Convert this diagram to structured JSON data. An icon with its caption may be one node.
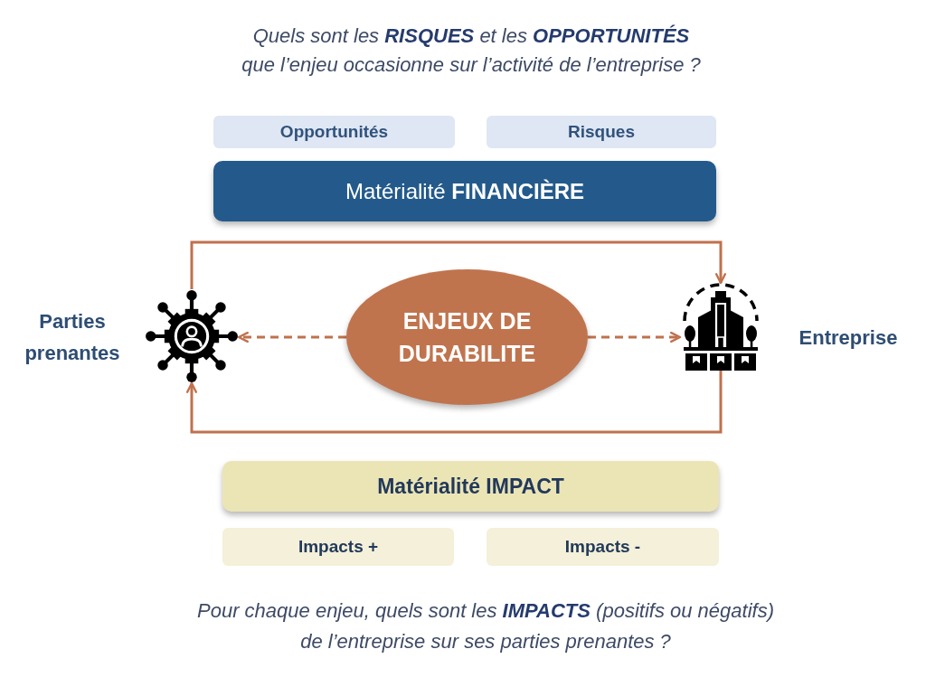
{
  "diagram": {
    "title": "Quels sont les **RISQUES** et les **OPPORTUNITÉS** que l’enjeu occasionne sur l’activité de l’entreprise ?",
    "caption": "Pour chaque enjeu, quels sont les **IMPACTS** (positifs ou négatifs) de l’entreprise sur ses parties prenantes ?",
    "nodes": [
      {
        "text": [
          "Opportunités"
        ]
      },
      {
        "text": [
          "Risques"
        ]
      },
      {
        "text": [
          "Matérialité **FINANCIÈRE**"
        ]
      },
      {
        "text": [],
        "shape": "picture",
        "beside": [
          "Parties prenantes"
        ]
      },
      {
        "text": [
          "ENJEUX DE DURABILITE"
        ]
      },
      {
        "text": [],
        "shape": "picture",
        "beside": [
          "Entreprise"
        ]
      },
      {
        "text": [
          "Matérialité IMPACT"
        ]
      },
      {
        "text": [
          "Impacts +"
        ]
      },
      {
        "text": [
          "Impacts -"
        ]
      }
    ],
    "edges": [
      {
        "from": 4,
        "to": 3,
        "arrow": "to",
        "style": "dashed"
      },
      {
        "from": 4,
        "to": 5,
        "arrow": "to",
        "style": "dashed"
      },
      {
        "from": 3,
        "to": 5,
        "arrow": "to"
      },
      {
        "from": 5,
        "to": 3,
        "arrow": "to"
      }
    ]
  }
}
